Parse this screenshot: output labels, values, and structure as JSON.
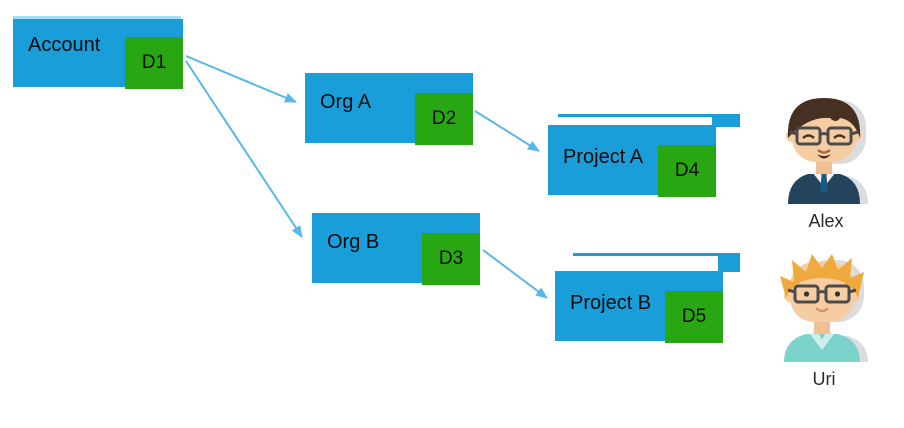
{
  "diagram": {
    "nodes": [
      {
        "id": "account",
        "label": "Account",
        "badge": "D1"
      },
      {
        "id": "org-a",
        "label": "Org A",
        "badge": "D2"
      },
      {
        "id": "org-b",
        "label": "Org B",
        "badge": "D3"
      },
      {
        "id": "project-a",
        "label": "Project A",
        "badge": "D4"
      },
      {
        "id": "project-b",
        "label": "Project B",
        "badge": "D5"
      }
    ],
    "edges": [
      {
        "from": "D1",
        "to": "Org A"
      },
      {
        "from": "D1",
        "to": "Org B"
      },
      {
        "from": "D2",
        "to": "Project A"
      },
      {
        "from": "D3",
        "to": "Project B"
      }
    ],
    "colors": {
      "node": "#1a9ed9",
      "badge": "#29a712",
      "arrow": "#56b7e9",
      "account_sliver": "#a6dff4"
    }
  },
  "users": [
    {
      "name": "Alex"
    },
    {
      "name": "Uri"
    }
  ]
}
